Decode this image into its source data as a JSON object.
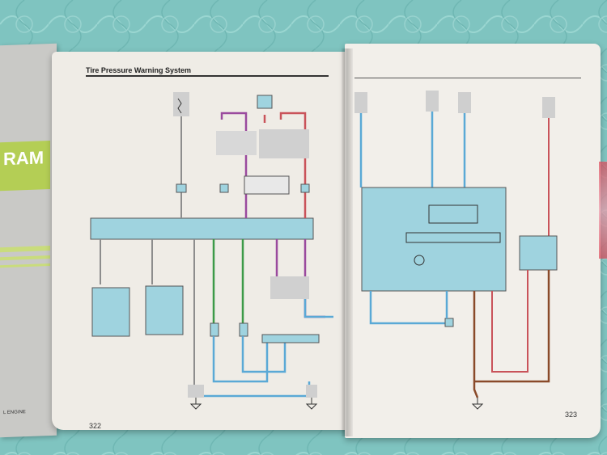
{
  "left_book": {
    "spine_text": "RAM",
    "spine_small": "L ENGINE"
  },
  "manual": {
    "left_page": {
      "title": "Tire Pressure Warning System",
      "page_number": "322"
    },
    "right_page": {
      "page_number": "323"
    }
  },
  "colors": {
    "quilt": "#7fc4c0",
    "wire_blue": "#5aa9d6",
    "wire_purple": "#9a4a9e",
    "wire_red": "#c9535a",
    "wire_green": "#3c9a48",
    "wire_brown": "#8a4a2a",
    "component_fill": "#9fd3df"
  }
}
